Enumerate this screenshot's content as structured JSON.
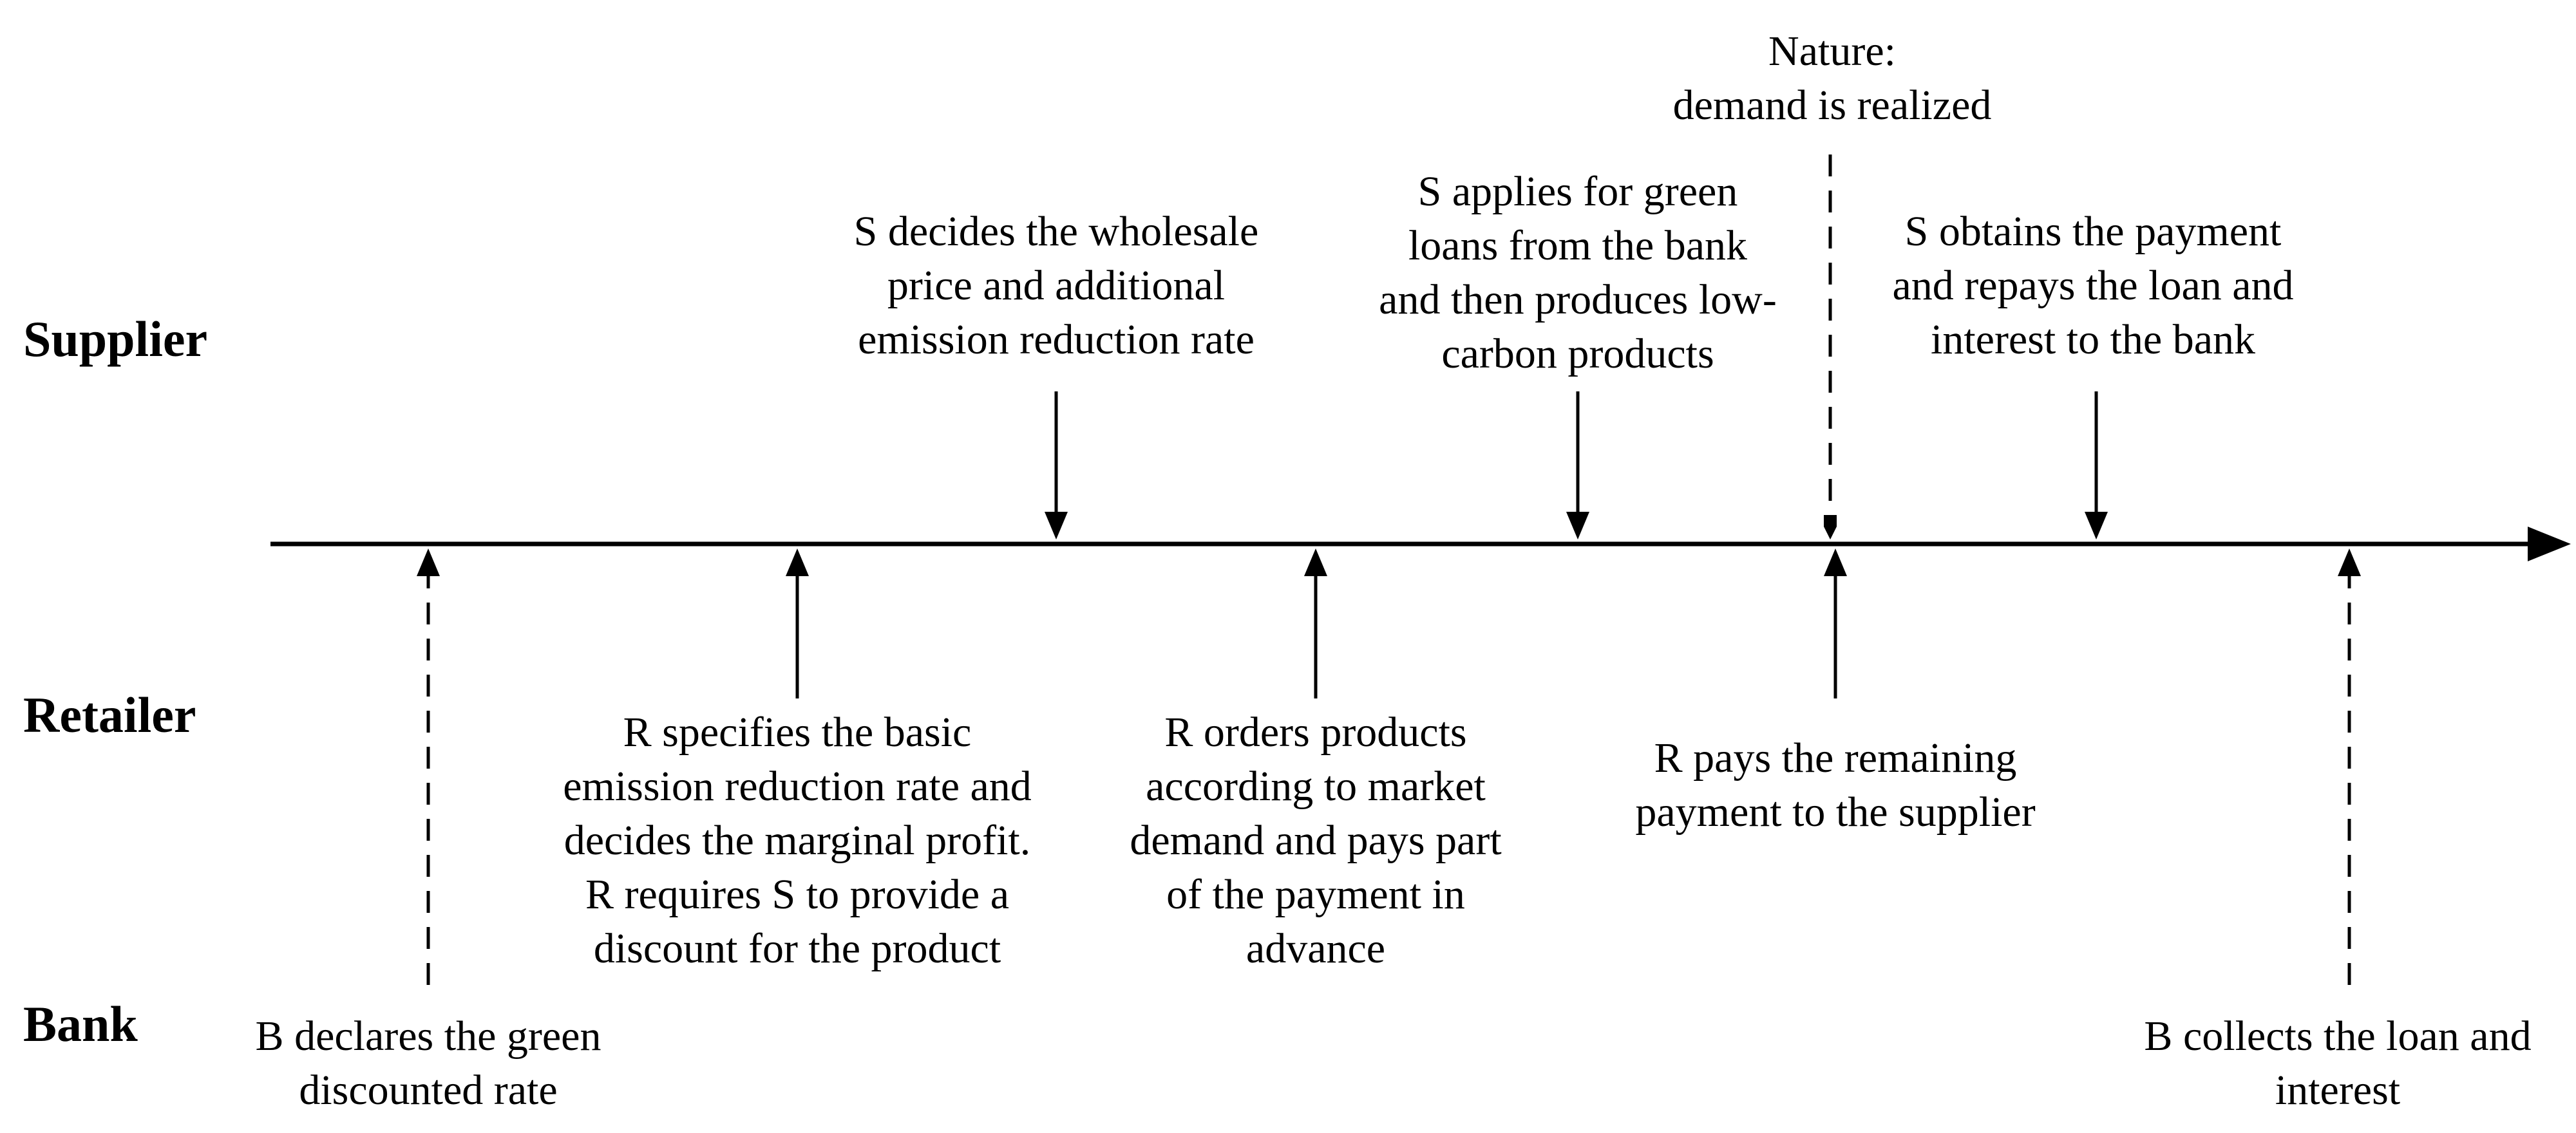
{
  "roles": {
    "supplier": "Supplier",
    "retailer": "Retailer",
    "bank": "Bank"
  },
  "events": {
    "bank_declares": "B declares the green\ndiscounted rate",
    "retailer_specifies": "R specifies the basic\nemission reduction rate and\ndecides the marginal profit.\nR requires S to provide a\ndiscount for the product",
    "supplier_decides": "S decides the wholesale\nprice and additional\nemission reduction rate",
    "retailer_orders": "R orders products\naccording to market\ndemand and pays part\nof the payment in\nadvance",
    "supplier_applies": "S applies for green\nloans from the bank\nand then produces low-\ncarbon products",
    "nature_demand": "Nature:\ndemand is realized",
    "retailer_pays": "R pays the remaining\npayment to the supplier",
    "supplier_obtains": "S obtains the payment\nand repays the loan and\ninterest to the bank",
    "bank_collects": "B collects the loan and\ninterest"
  }
}
